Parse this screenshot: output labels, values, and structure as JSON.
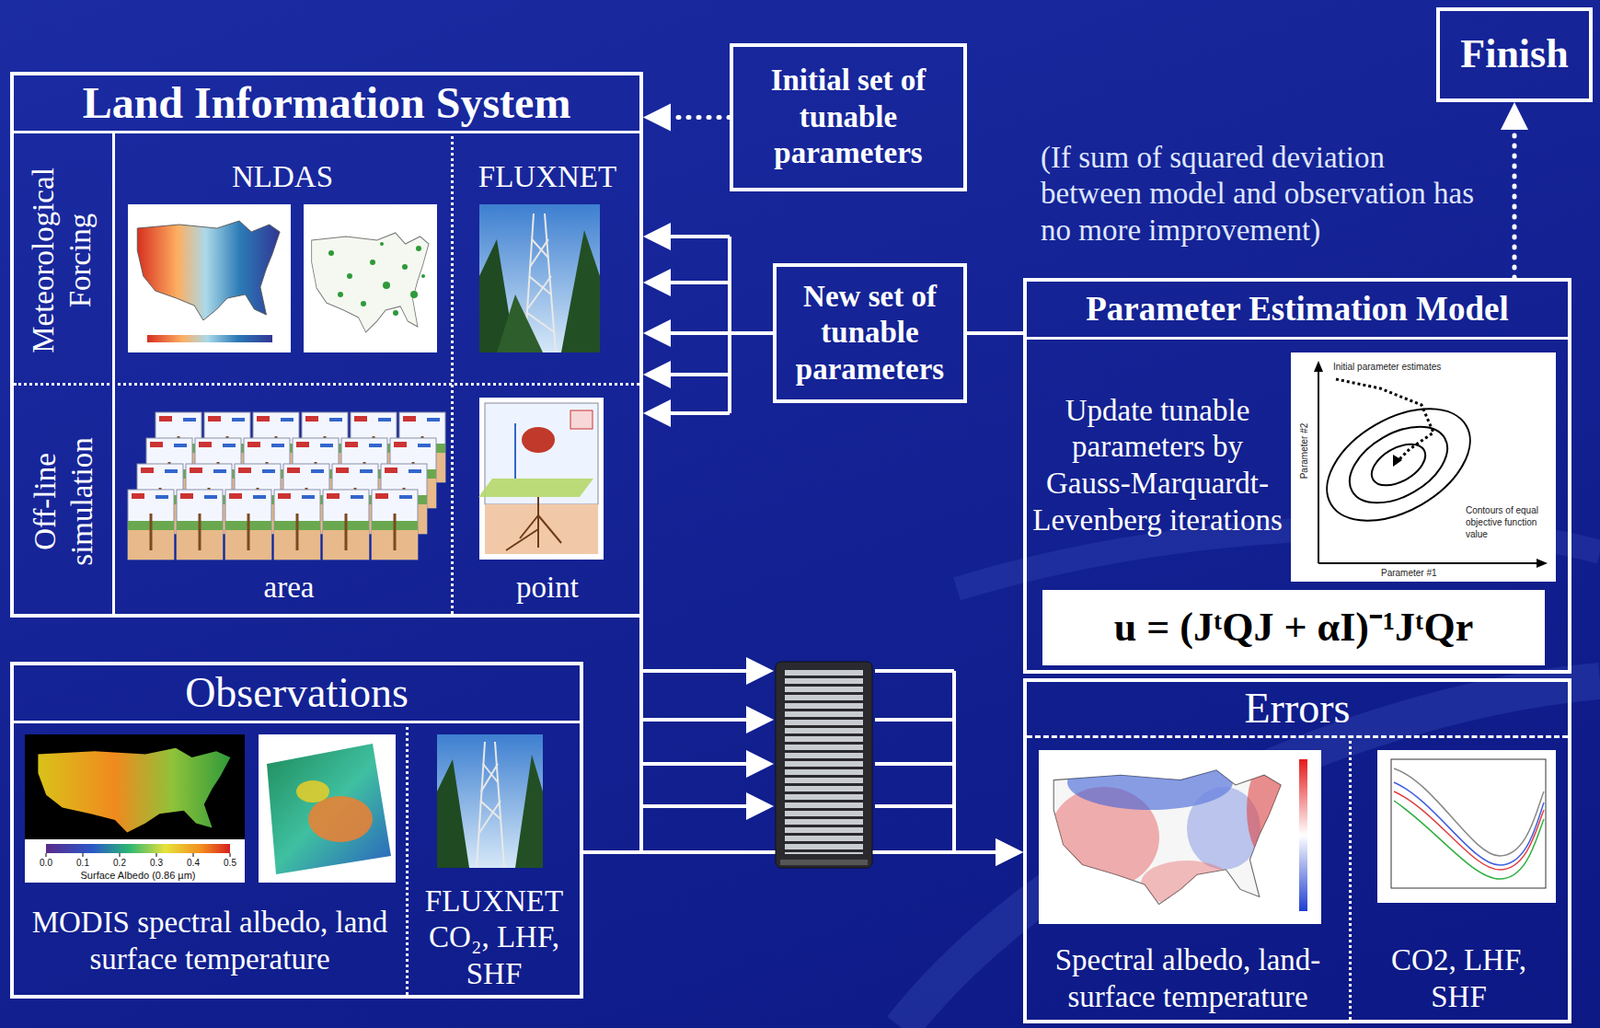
{
  "diagram": {
    "nodes": [
      {
        "text": [
          "Land Information System"
        ]
      },
      {
        "text": [
          "Initial set of tunable parameters"
        ]
      },
      {
        "text": [
          "Finish"
        ]
      },
      {
        "text": [
          "New set of tunable parameters"
        ]
      },
      {
        "text": [
          "Parameter Estimation Model",
          "Update tunable parameters by Gauss-Marquardt-Levenberg iterations"
        ]
      },
      {
        "text": [
          "u = (JᵗQJ + αI)⁻¹JᵗQr"
        ],
        "in": 4
      },
      {
        "text": [
          "Observations",
          "MODIS spectral albedo, land surface temperature",
          "FLUXNET CO₂, LHF, SHF"
        ]
      },
      {
        "text": [
          "Errors",
          "Spectral albedo, land-surface temperature",
          "CO2, LHF, SHF"
        ]
      }
    ],
    "edges": [
      {
        "from": 1,
        "to": 0,
        "arrow": "to"
      },
      {
        "from": 3,
        "to": 0,
        "arrow": "to"
      },
      {
        "from": 4,
        "to": 3,
        "arrow": "none"
      },
      {
        "from": 4,
        "to": 2,
        "arrow": "to"
      },
      {
        "from": 0,
        "to": 7,
        "arrow": "to"
      },
      {
        "from": 6,
        "to": 7,
        "arrow": "to"
      }
    ],
    "labels": [
      "Meteorological Forcing",
      "NLDAS",
      "FLUXNET",
      "Off-line simulation",
      "area",
      "point",
      "(If sum of squared deviation between model and observation has no more improvement)",
      "Initial parameter estimates",
      "Parameter #2",
      "Parameter #1",
      "Contours of equal objective function value",
      "Surface Albedo (0.86 µm)",
      "0.0",
      "0.1",
      "0.2",
      "0.3",
      "0.4",
      "0.5"
    ]
  }
}
